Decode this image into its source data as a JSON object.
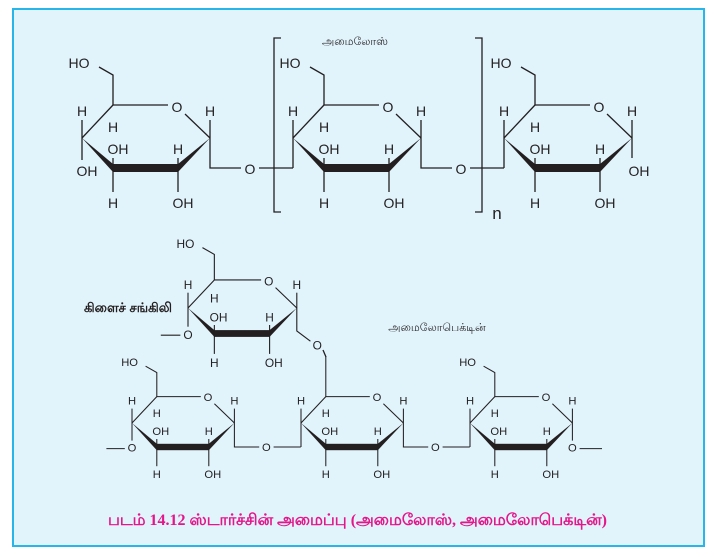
{
  "labels": {
    "amylose": "அமைலோஸ்",
    "branch_chain": "கிளைச் சங்கிலி",
    "amylopectin": "அமைலோபெக்டின்",
    "repeat_n": "n"
  },
  "atoms": {
    "HO": "HO",
    "H": "H",
    "OH": "OH",
    "O": "O"
  },
  "caption": "படம் 14.12 ஸ்டார்ச்சின் அமைப்பு (அமைலோஸ், அமைலோபெக்டின்)",
  "colors": {
    "frame": "#27b5ea",
    "background": "#e1f3fb",
    "caption": "#e4168a",
    "ink": "#231f20"
  }
}
